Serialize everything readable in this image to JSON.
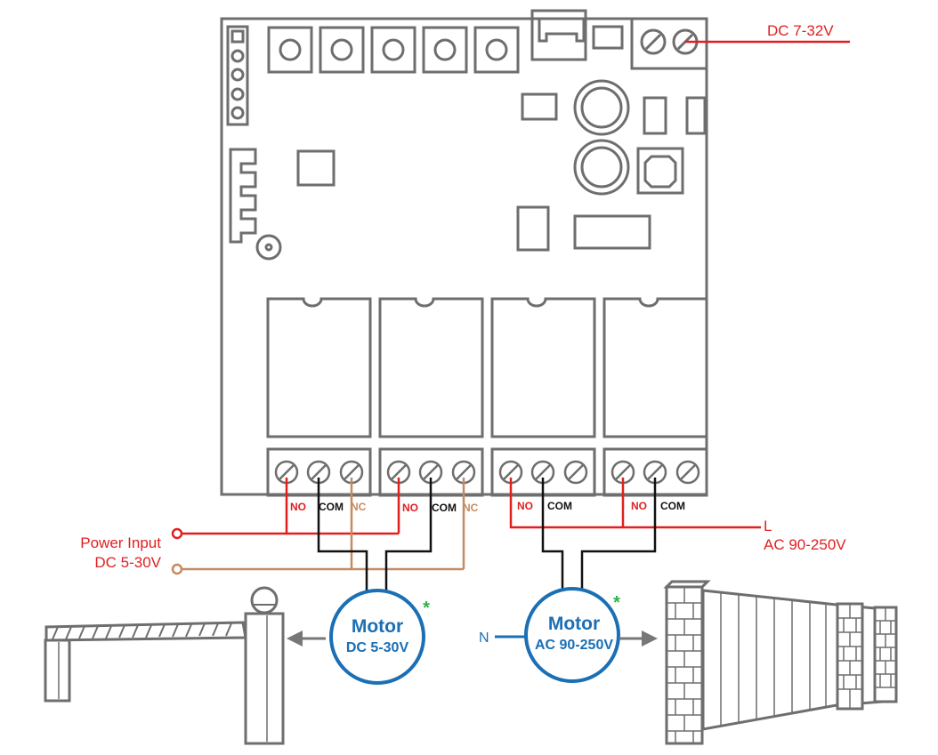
{
  "power_dc_top": "DC 7-32V",
  "power_input": {
    "line1": "Power Input",
    "line2": "DC 5-30V"
  },
  "ac_input": {
    "line1": "L",
    "line2": "AC 90-250V"
  },
  "neutral_label": "N",
  "terminals": {
    "no": "NO",
    "com": "COM",
    "nc": "NC"
  },
  "motor_dc": {
    "title": "Motor",
    "rating": "DC 5-30V"
  },
  "motor_ac": {
    "title": "Motor",
    "rating": "AC 90-250V"
  },
  "asterisk": "*",
  "colors": {
    "board": "#6e6e6e",
    "red": "#e02020",
    "black": "#111111",
    "tan": "#c48a62",
    "blue": "#1a6fb5",
    "green": "#2bb34a",
    "gray_arrow": "#777777"
  }
}
